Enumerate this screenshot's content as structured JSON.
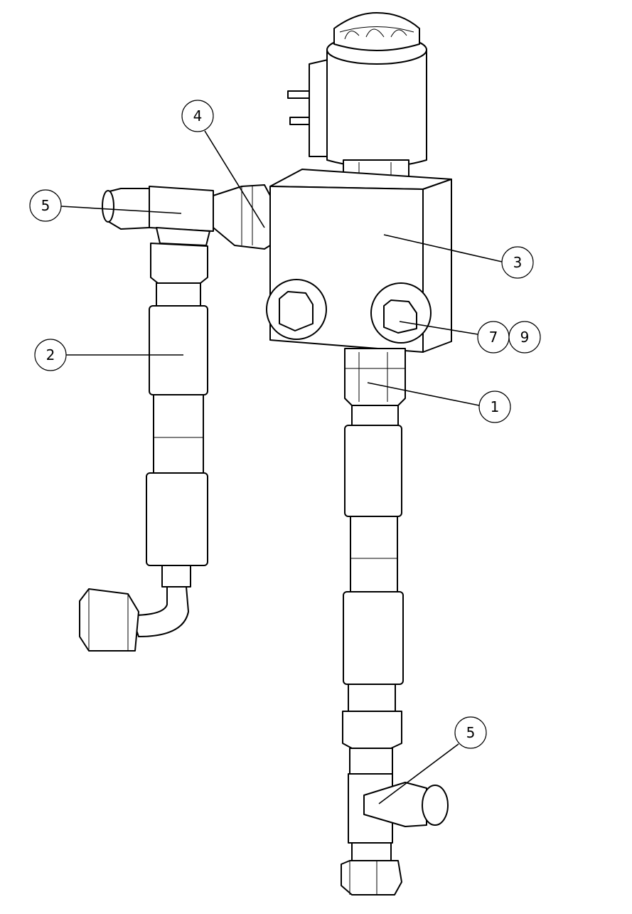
{
  "drawing": {
    "type": "isometric assembly line drawing",
    "callouts": [
      {
        "id": "c5a",
        "label": "5"
      },
      {
        "id": "c4",
        "label": "4"
      },
      {
        "id": "c3",
        "label": "3"
      },
      {
        "id": "c2",
        "label": "2"
      },
      {
        "id": "c7",
        "label": "7"
      },
      {
        "id": "c9",
        "label": "9"
      },
      {
        "id": "c1",
        "label": "1"
      },
      {
        "id": "c5b",
        "label": "5"
      }
    ]
  }
}
